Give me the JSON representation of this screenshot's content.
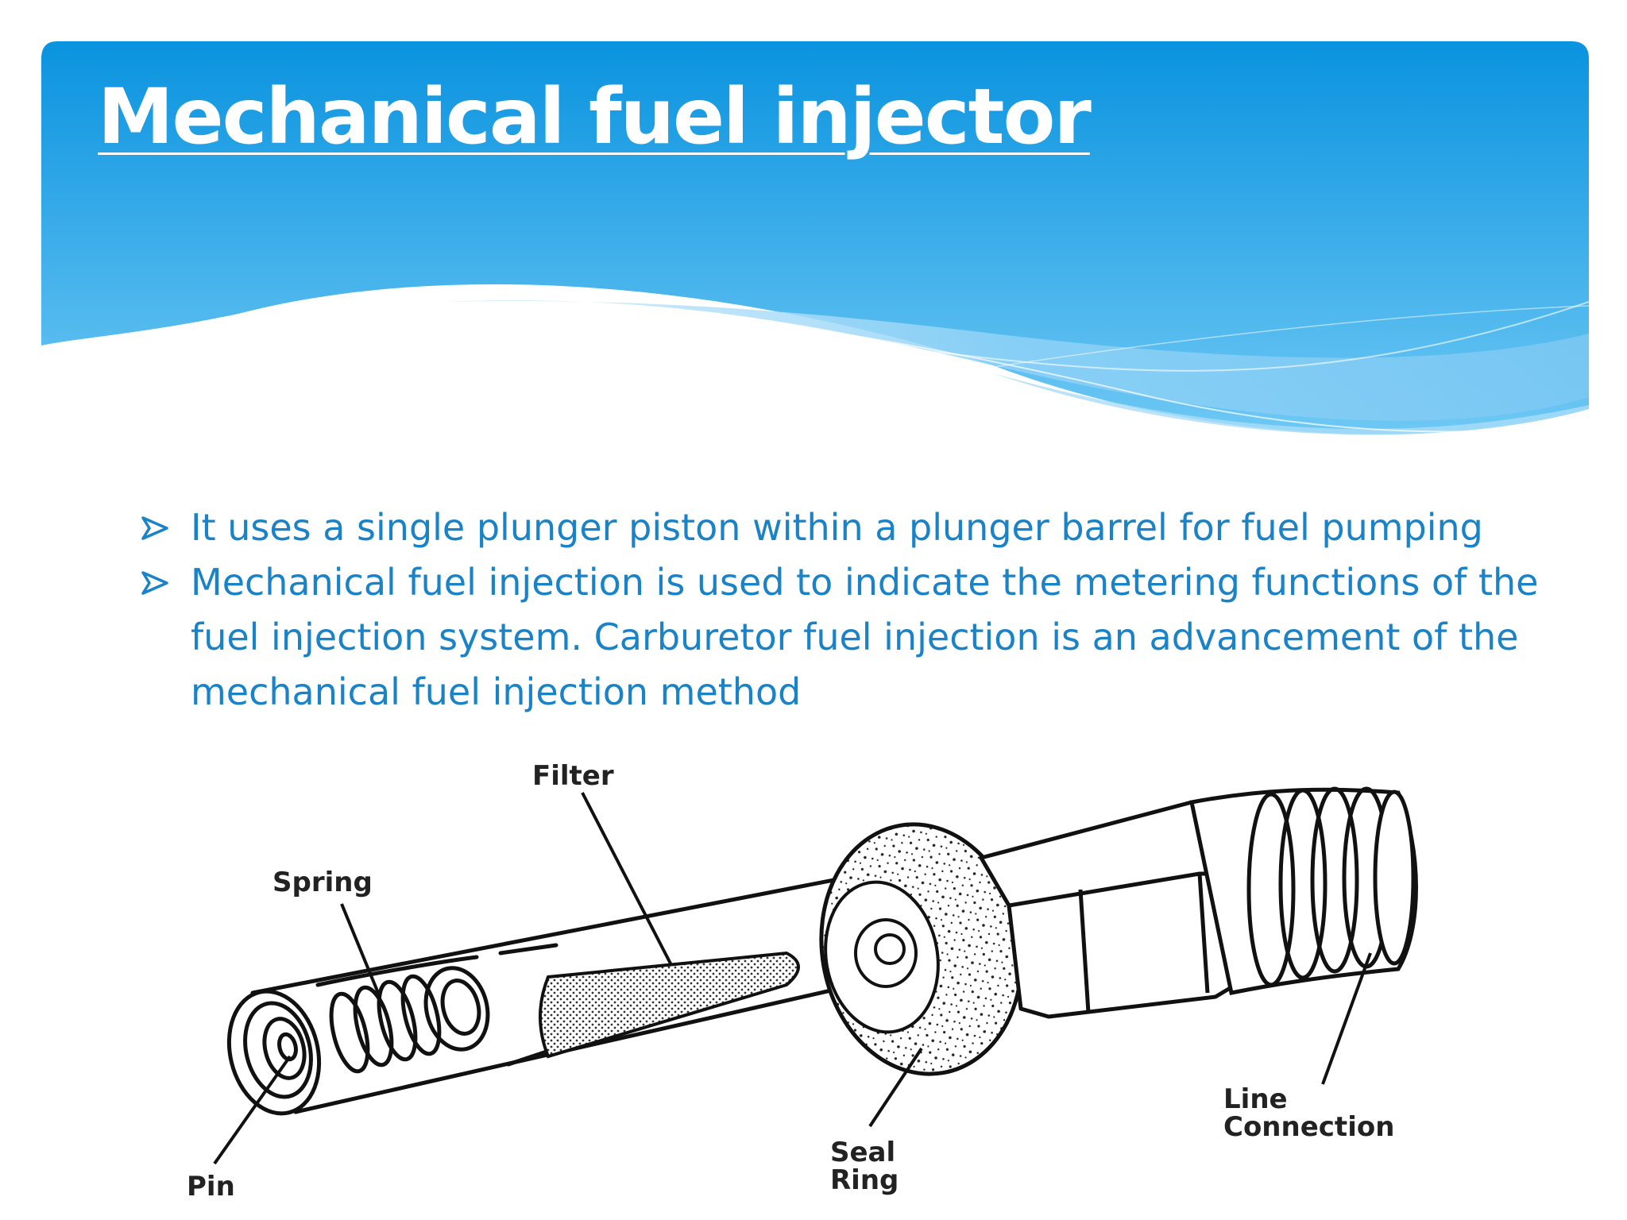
{
  "slide": {
    "title": "Mechanical fuel injector",
    "bullets": [
      "It uses a single plunger piston within a plunger barrel for fuel pumping",
      "Mechanical fuel injection is used to indicate the metering functions of the fuel injection system. Carburetor fuel injection is an advancement of the mechanical fuel injection method"
    ],
    "bullet_icon": "arrowhead-bullet-icon",
    "colors": {
      "header_top": "#0a93df",
      "header_bottom": "#5fc0f2",
      "text": "#1a83c8"
    }
  },
  "diagram": {
    "labels": {
      "filter": "Filter",
      "spring": "Spring",
      "pin": "Pin",
      "seal": "Seal",
      "ring": "Ring",
      "line": "Line",
      "connection": "Connection"
    }
  }
}
